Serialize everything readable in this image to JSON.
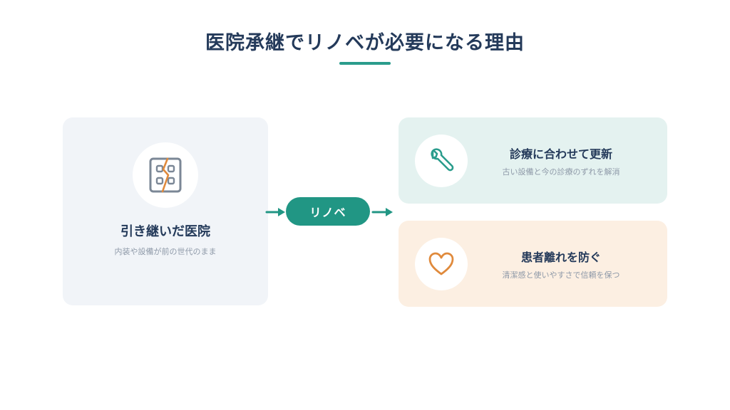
{
  "title": "医院承継でリノベが必要になる理由",
  "left_card": {
    "icon": "clinic-building-icon",
    "title": "引き継いだ医院",
    "subtitle": "内装や設備が前の世代のまま"
  },
  "center": {
    "label": "リノベ"
  },
  "right_cards": [
    {
      "icon": "wrench-icon",
      "title": "診療に合わせて更新",
      "subtitle": "古い設備と今の診療のずれを解消"
    },
    {
      "icon": "heart-icon",
      "title": "患者離れを防ぐ",
      "subtitle": "清潔感と使いやすさで信頼を保つ"
    }
  ],
  "colors": {
    "accent": "#2a9c8c",
    "title_text": "#243a5a",
    "sub_text": "#8e99a8",
    "left_card_bg": "#f1f4f8",
    "top_card_bg": "#e4f2f0",
    "bottom_card_bg": "#fcefe2",
    "icon_gray": "#7b8796",
    "icon_orange": "#e08a3c"
  }
}
